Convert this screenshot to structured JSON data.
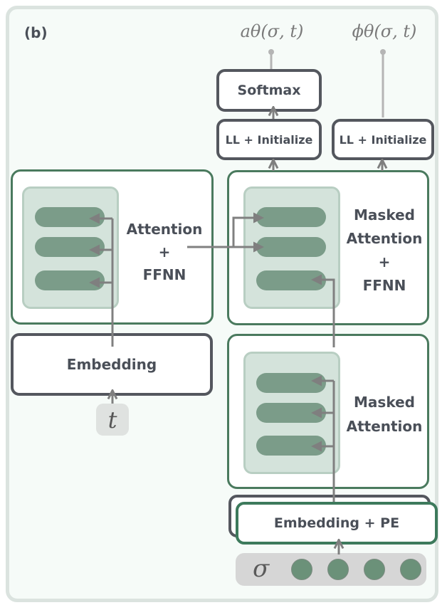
{
  "panel_label": "(b)",
  "outputs": {
    "amplitude": "aθ(σ, t)",
    "phase": "ϕθ(σ, t)"
  },
  "blocks": {
    "softmax": "Softmax",
    "ll_init_left": "LL + Initialize",
    "ll_init_right": "LL + Initialize",
    "encoder_attention": [
      "Attention",
      "+",
      "FFNN"
    ],
    "decoder_masked_attention_ffnn": [
      "Masked",
      "Attention",
      "+",
      "FFNN"
    ],
    "decoder_masked_attention": [
      "Masked",
      "Attention"
    ],
    "embedding": "Embedding",
    "embedding_pe": "Embedding + PE"
  },
  "inputs": {
    "time": "t",
    "sigma": "σ",
    "sigma_tokens": 4
  },
  "colors": {
    "frame_bg": "#f6fbf8",
    "frame_border": "#dbe3df",
    "green_border": "#4a7a5e",
    "dark_border": "#54575e",
    "bar": "#7b9c89",
    "stack_bg": "#d4e3db",
    "arrow": "#808080",
    "token": "#6b9179"
  }
}
